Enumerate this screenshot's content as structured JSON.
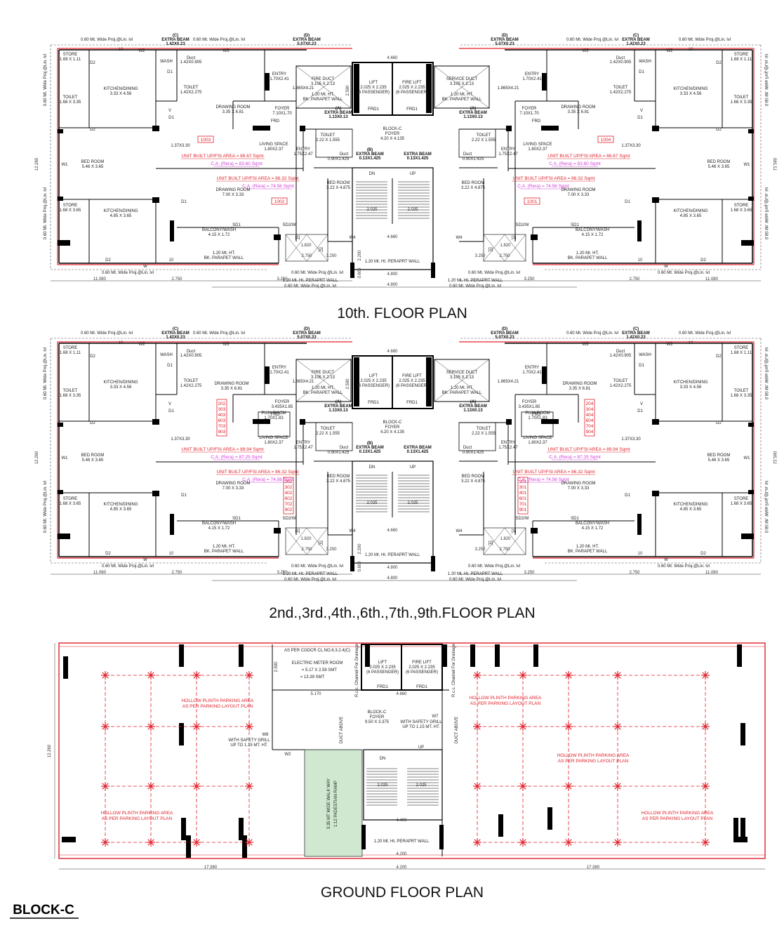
{
  "titles": {
    "floor10": "10th. FLOOR PLAN",
    "floor_typical": "2nd.,3rd.,4th.,6th.,7th.,9th.FLOOR PLAN",
    "ground": "GROUND FLOOR PLAN",
    "block": "BLOCK-C"
  },
  "colors": {
    "wall": "#000000",
    "outline_red": "#e0202a",
    "area_text": "#e0202a",
    "carpet_text": "#d23ad8",
    "ramp_fill": "#cfe8cf",
    "grid_dash": "#e0202a"
  },
  "common": {
    "extra_beam": "EXTRA BEAM",
    "proj": "0.60 Mt. Wide Proj.@Lin. lvl",
    "proj_side": "0.60 Mt. Wide Proj.@Lin. lvl",
    "c": "(C)",
    "d": "(D)",
    "a": "(A)",
    "b": "(B)",
    "beam_c": "1.42X0.23",
    "beam_d": "5.07X0.23",
    "beam_a": "1.13X0.13",
    "beam_b": "0.13X1.425",
    "store": "STORE",
    "store_top": "1.68 X 1.11",
    "store_bot": "1.68 X 3.65",
    "wash": "WASH",
    "duct": "Duct",
    "duct_top": "1.42X0.905",
    "duct_mid": "0.90X1.425",
    "toilet": "TOILET",
    "toilet_side": "1.68 X 3.35",
    "toilet_a": "1.42X2.275",
    "toilet_b": "2.22 X 1.555",
    "kitchen": "KITCHEN/DINING",
    "kitchen_top": "3.33 X 4.56",
    "kitchen_bot": "4.85 X 3.65",
    "drawing": "DRAWING ROOM",
    "drawing_top": "3.35 X 6.81",
    "drawing_bot": "7.00 X 3.33",
    "entry": "ENTRY",
    "entry_top": "1.70X2.41",
    "entry_mid": "1.75X2.47",
    "foyer": "FOYER",
    "foyer_10": "7.10X1.70",
    "foyer_typ": "3.435X1.85",
    "block_c": "BLOCK-C",
    "foyer_core": "4.20 X 4.135",
    "living": "LIVING SPACE",
    "living_dim": "1.80X2.37",
    "bed": "BED ROOM",
    "bed_side": "5.46 X 3.65",
    "bed_mid": "3.22 X 4.875",
    "balcony": "BALCONY/WASH",
    "balcony_dim": "4.15 X 1.72",
    "fire_duct": "FIRE DUCT",
    "service_duct": "SERVICE DUCT",
    "duct_core": "3.105 X 2.13",
    "parapet_ht": "1.20 Mt. HT.",
    "bk_parapet": "BK. PARAPET WALL",
    "bk_parapet2": "BK. PARAPET WALL",
    "lift": "LIFT",
    "fire_lift": "FIRE LIFT",
    "lift_dim": "2.025 X 2.235",
    "passenger": "(6 PASSENGER)",
    "frd1": "FRD1",
    "frd": "FRD",
    "sd1": "SD1",
    "sd2w": "SD2/W",
    "pluja": "PUJA ROOM",
    "pluja_dim": "1.70X1.83",
    "stair_parapet": "1.20 Mt. Ht. PERAPRT WALL",
    "dn": "DN",
    "up": "UP",
    "w1": "W1",
    "w2": "W2",
    "w3": "W3",
    "w4": "W4",
    "w": "W",
    "d1": "D1",
    "d2": "D2",
    "v": "V",
    "bay_1": "[1]",
    "bay_2": "[2]",
    "dim_1865": "1.865X4.21",
    "dim_137": "1.37X3.30",
    "dim_2025": "2.025",
    "dim_4660": "4.660",
    "dim_2590": "2.590",
    "dim_2750": "2.750",
    "dim_3250": "3.250",
    "dim_4800": "4.800",
    "dim_11080": "11.080",
    "dim_12260": "12.260",
    "dim_1820": "1.820",
    "dim_2200": "2.200",
    "dim_0600": "0.600",
    "dim_10": "10"
  },
  "floor10": {
    "area_left_top": "UNIT BUILT UP/FSI AREA = 86.67 Sqmt",
    "ca_left_top": "C.A. (Rera) = 83.60 Sqmt",
    "area_left_bot": "UNIT BUILT UP/FSI AREA = 86.32 Sqmt",
    "ca_left_bot": "C.A. (Rera) = 74.56 Sqmt",
    "area_right_top": "UNIT BUILT UP/FSI AREA = 86.67 Sqmt",
    "ca_right_top": "C.A. (Rera) = 83.60 Sqmt",
    "area_right_bot": "UNIT BUILT UP/FSI AREA = 86.32 Sqmt",
    "ca_right_bot": "C.A. (Rera) = 74.56 Sqmt",
    "unit_1003": "1003",
    "unit_1004": "1004",
    "unit_1002": "1002",
    "unit_1001": "1001"
  },
  "typical": {
    "area_left_top": "UNIT BUILT UP/FSI AREA = 89.94 Sqmt",
    "ca_left_top": "C.A. (Rera) = 87.25 Sqmt",
    "area_left_bot": "UNIT BUILT UP/FSI AREA = 86.32 Sqmt",
    "ca_left_bot": "C.A. (Rera) = 74.56 Sqmt",
    "area_right_top": "UNIT BUILT UP/FSI AREA = 89.94 Sqmt",
    "ca_right_top": "C.A. (Rera) = 87.25 Sqmt",
    "area_right_bot": "UNIT BUILT UP/FSI AREA = 86.32 Sqmt",
    "ca_right_bot": "C.A. (Rera) = 74.56 Sqmt",
    "units_tl": [
      "202",
      "303",
      "403",
      "603",
      "703",
      "903"
    ],
    "units_tr": [
      "204",
      "304",
      "404",
      "604",
      "704",
      "904"
    ],
    "units_bl": [
      "202",
      "302",
      "402",
      "602",
      "702",
      "902"
    ],
    "units_br": [
      "201",
      "301",
      "401",
      "601",
      "701",
      "901"
    ]
  },
  "ground": {
    "meter_note": "AS PER CGDCR CL.NO.6.3.2.4(C)",
    "meter_room": "ELECTRIC METER ROOM",
    "meter_dim": "= 5.17 X 2.59  SMT",
    "meter_area": "= 13.39    SMT",
    "parking_1": "HOLLOW PLINTH PARKING AREA",
    "parking_2": "AS PER PARKING LAYOUT PLAN",
    "foyer_g": "9.50 X 3.375",
    "w7": "W7",
    "w8": "W8",
    "safety_1": "WITH SAFETY GRILL",
    "safety_2": "UP TO 1.15 MT. HT.",
    "ramp_1": "3.35 MT WIDE WALK WAY",
    "ramp_2": "1:12 PADESTIAN RAMP",
    "channel": "R.c.c. Channel For Drainage",
    "duct_above": "DUCT ABOVE",
    "dim_5170": "5.170",
    "dim_4400": "4.400",
    "dim_4200": "4.200",
    "dim_17380": "17.380",
    "dim_12260": "12.260"
  }
}
